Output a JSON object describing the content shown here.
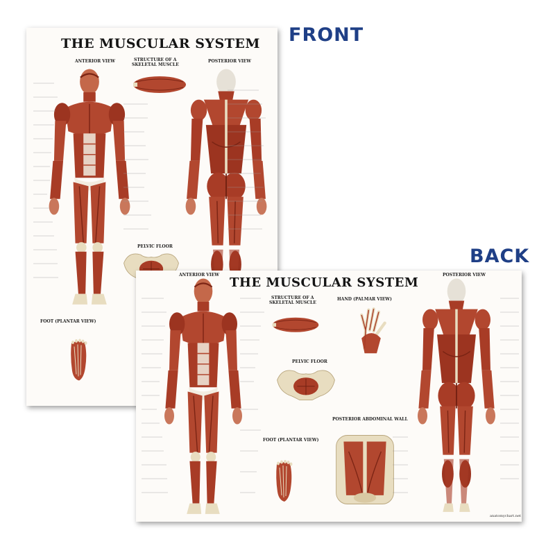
{
  "labels": {
    "front": "FRONT",
    "back": "BACK"
  },
  "colors": {
    "label": "#1f3f86",
    "muscle": "#b2472f",
    "muscle_dark": "#7b2414",
    "bone": "#e8ddc0",
    "tendon": "#f2ece0",
    "paper": "#fdfbf8"
  },
  "front_poster": {
    "title": "THE MUSCULAR SYSTEM",
    "sections": {
      "anterior": "ANTERIOR VIEW",
      "skeletal_muscle_1": "STRUCTURE OF A",
      "skeletal_muscle_2": "SKELETAL MUSCLE",
      "posterior": "POSTERIOR VIEW",
      "pelvic_floor": "PELVIC FLOOR",
      "foot": "FOOT (PLANTAR VIEW)"
    }
  },
  "back_poster": {
    "title": "THE MUSCULAR SYSTEM",
    "sections": {
      "anterior": "ANTERIOR VIEW",
      "skeletal_muscle_1": "STRUCTURE OF A",
      "skeletal_muscle_2": "SKELETAL MUSCLE",
      "hand": "HAND (PALMAR VIEW)",
      "posterior": "POSTERIOR VIEW",
      "pelvic_floor": "PELVIC FLOOR",
      "abdominal_wall": "POSTERIOR ABDOMINAL WALL",
      "foot": "FOOT (PLANTAR VIEW)"
    },
    "signature": "anatomychart.net"
  }
}
